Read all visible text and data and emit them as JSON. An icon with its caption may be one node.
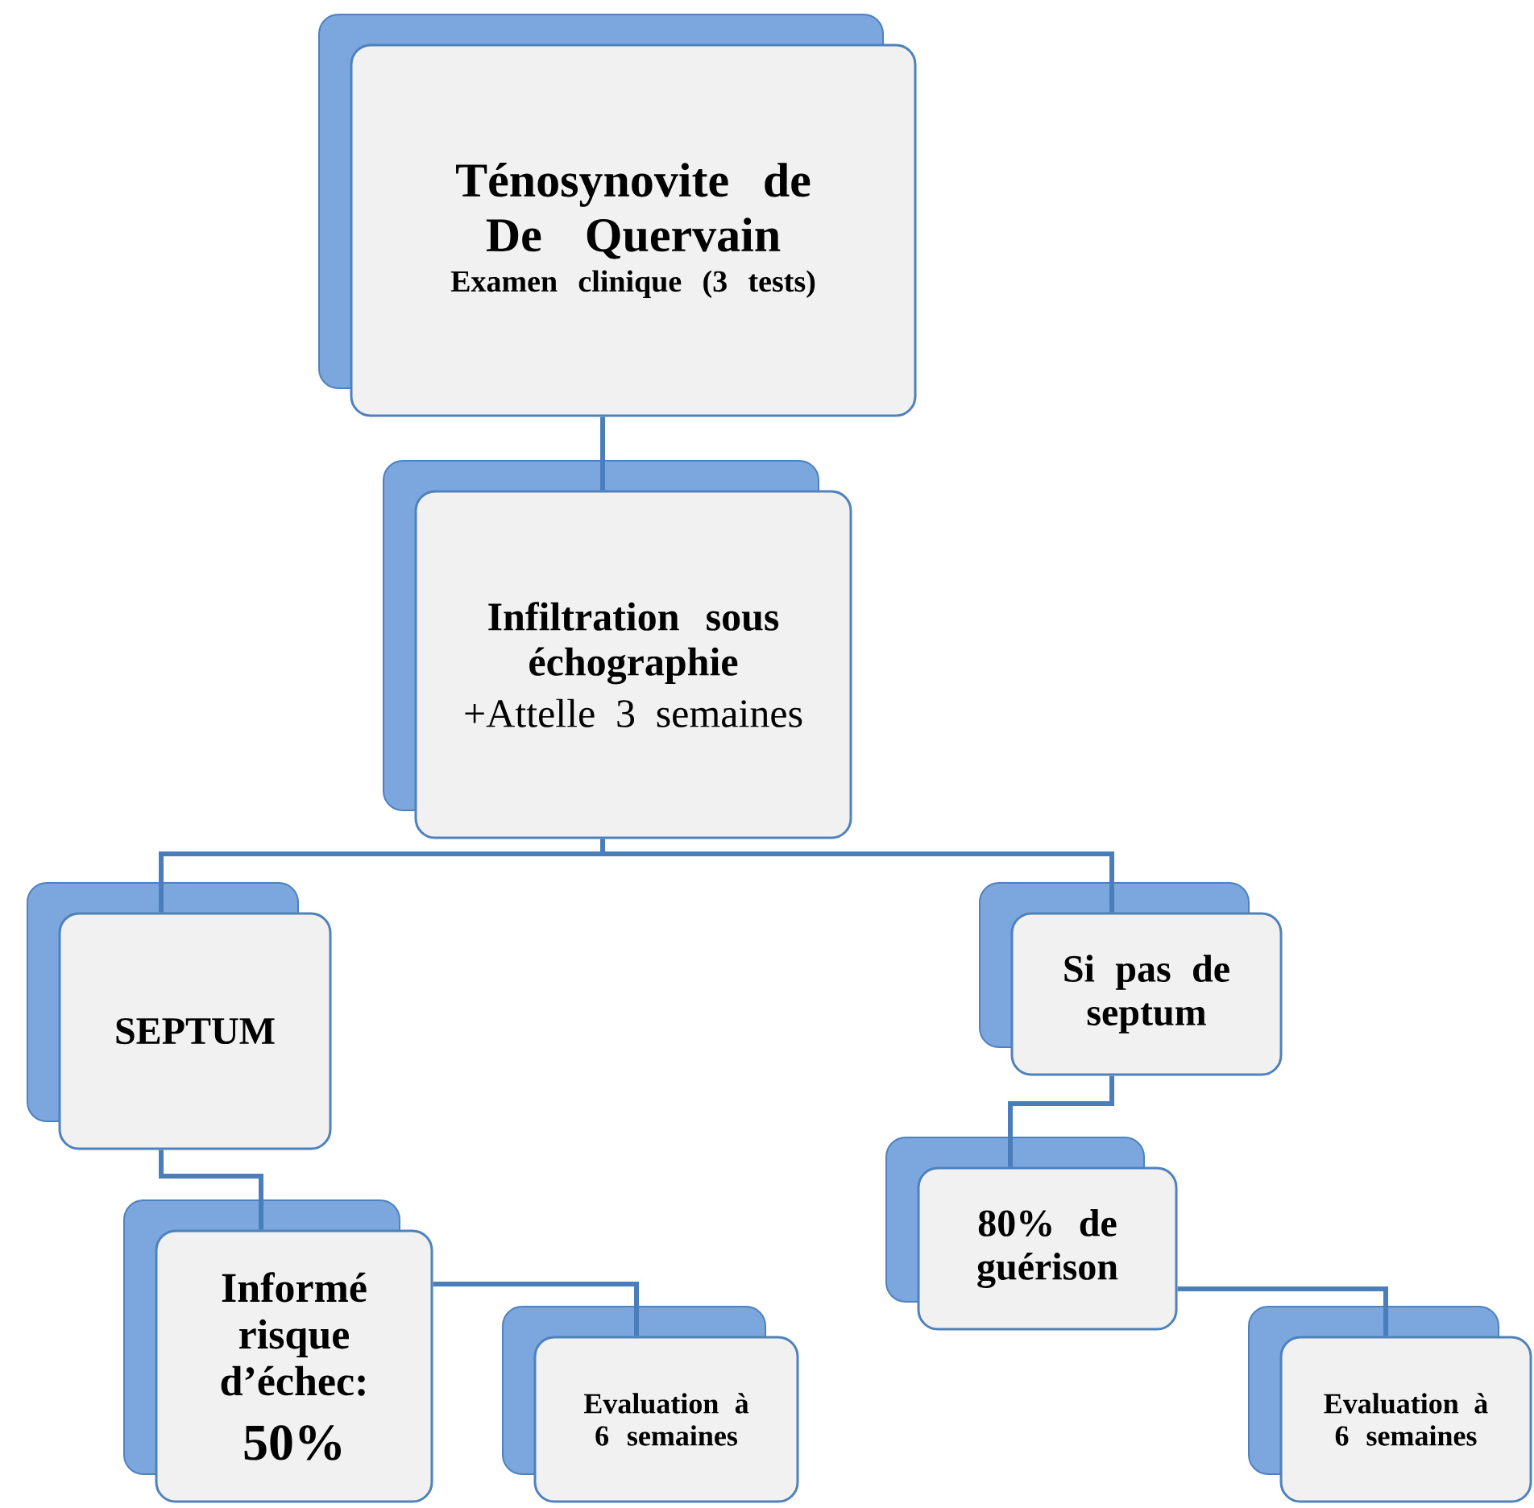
{
  "diagram": {
    "nodes": [
      {
        "text": [
          "Ténosynovite de De Quervain",
          "Examen clinique (3 tests)"
        ]
      },
      {
        "text": [
          "Infiltration sous échographie",
          "+Attelle 3 semaines"
        ]
      },
      {
        "text": [
          "SEPTUM"
        ]
      },
      {
        "text": [
          "Si pas de septum"
        ]
      },
      {
        "text": [
          "Informé risque d’échec:",
          "50%"
        ]
      },
      {
        "text": [
          "Evaluation à 6 semaines"
        ]
      },
      {
        "text": [
          "80% de guérison"
        ]
      },
      {
        "text": [
          "Evaluation à 6 semaines"
        ]
      }
    ],
    "edges": [
      {
        "from": 0,
        "to": 1,
        "arrow": "none"
      },
      {
        "from": 1,
        "to": 2,
        "arrow": "none"
      },
      {
        "from": 1,
        "to": 3,
        "arrow": "none"
      },
      {
        "from": 2,
        "to": 4,
        "arrow": "none"
      },
      {
        "from": 4,
        "to": 5,
        "arrow": "none"
      },
      {
        "from": 3,
        "to": 6,
        "arrow": "none"
      },
      {
        "from": 6,
        "to": 7,
        "arrow": "none"
      }
    ]
  }
}
